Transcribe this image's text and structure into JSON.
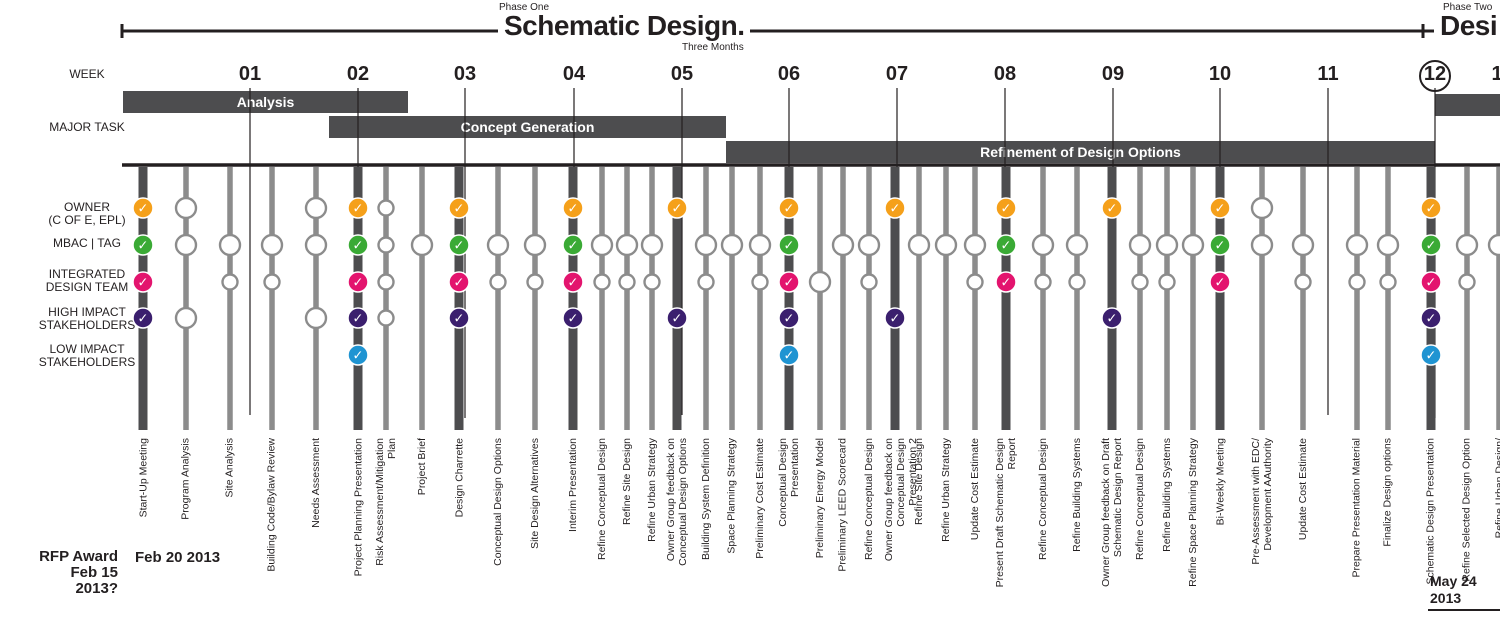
{
  "header": {
    "phase_one_label": "Phase One",
    "phase_one_title": "Schematic Design.",
    "phase_one_duration": "Three Months",
    "phase_two_label": "Phase Two",
    "phase_two_title": "Desi"
  },
  "row_labels": {
    "week": "WEEK",
    "major_task": "MAJOR TASK",
    "participants": [
      {
        "key": "owner",
        "lines": [
          "OWNER",
          "(C OF E, EPL)"
        ]
      },
      {
        "key": "mbac",
        "lines": [
          "MBAC | TAG"
        ]
      },
      {
        "key": "idt",
        "lines": [
          "INTEGRATED",
          "DESIGN TEAM"
        ]
      },
      {
        "key": "high",
        "lines": [
          "HIGH IMPACT",
          "STAKEHOLDERS"
        ]
      },
      {
        "key": "low",
        "lines": [
          "LOW IMPACT",
          "STAKEHOLDERS"
        ]
      }
    ]
  },
  "weeks": [
    "01",
    "02",
    "03",
    "04",
    "05",
    "06",
    "07",
    "08",
    "09",
    "10",
    "11",
    "12",
    "1"
  ],
  "major_tasks": [
    "Analysis",
    "Concept Generation",
    "Refinement of Design Options"
  ],
  "colors": {
    "owner": "#f5a01a",
    "mbac": "#3aaa35",
    "idt": "#e3146e",
    "high": "#3b1f6e",
    "low": "#1f94d2",
    "bar": "#4d4d4f",
    "stem_dark": "#4d4d4f",
    "stem_light": "#8c8c8c"
  },
  "check_glyph": "✓",
  "events": [
    {
      "label": "Start-Up Meeting",
      "marks": [
        "c",
        "c",
        "c",
        "c",
        ""
      ]
    },
    {
      "label": "Program Analysis",
      "marks": [
        "o",
        "o",
        "",
        "o",
        ""
      ]
    },
    {
      "label": "Site Analysis",
      "marks": [
        "",
        "o",
        "s",
        "",
        ""
      ]
    },
    {
      "label": "Building Code/Bylaw Review",
      "marks": [
        "",
        "o",
        "s",
        "",
        ""
      ]
    },
    {
      "label": "Needs Assessment",
      "marks": [
        "o",
        "o",
        "",
        "o",
        ""
      ]
    },
    {
      "label": "Project Planning Presentation",
      "marks": [
        "c",
        "c",
        "c",
        "c",
        "c"
      ]
    },
    {
      "label": "Risk Assessment/Mitigation Plan",
      "marks": [
        "s",
        "s",
        "s",
        "s",
        ""
      ]
    },
    {
      "label": "Project Brief",
      "marks": [
        "",
        "o",
        "",
        "",
        ""
      ]
    },
    {
      "label": "Design Charrette",
      "marks": [
        "c",
        "c",
        "c",
        "c",
        ""
      ]
    },
    {
      "label": "Conceptual Design Options",
      "marks": [
        "",
        "o",
        "s",
        "",
        ""
      ]
    },
    {
      "label": "Site Design Alternatives",
      "marks": [
        "",
        "o",
        "s",
        "",
        ""
      ]
    },
    {
      "label": "Interim Presentation",
      "marks": [
        "c",
        "c",
        "c",
        "c",
        ""
      ]
    },
    {
      "label": "Refine Conceptual Design",
      "marks": [
        "",
        "o",
        "s",
        "",
        ""
      ]
    },
    {
      "label": "Refine Site Design",
      "marks": [
        "",
        "o",
        "s",
        "",
        ""
      ]
    },
    {
      "label": "Refine Urban Strategy",
      "marks": [
        "",
        "o",
        "s",
        "",
        ""
      ]
    },
    {
      "label": "Owner Group feedback on Conceptual Design Options",
      "marks": [
        "c",
        "",
        "",
        "c",
        ""
      ]
    },
    {
      "label": "Building System Definition",
      "marks": [
        "",
        "o",
        "s",
        "",
        ""
      ]
    },
    {
      "label": "Space Planning Strategy",
      "marks": [
        "",
        "o",
        "",
        "",
        ""
      ]
    },
    {
      "label": "Preliminary Cost Estimate",
      "marks": [
        "",
        "o",
        "s",
        "",
        ""
      ]
    },
    {
      "label": "Conceptual Design Presentation",
      "marks": [
        "c",
        "c",
        "c",
        "c",
        "c"
      ]
    },
    {
      "label": "Preliminary Energy Model",
      "marks": [
        "",
        "",
        "o",
        "",
        ""
      ]
    },
    {
      "label": "Preliminary LEED Scorecard",
      "marks": [
        "",
        "o",
        "",
        "",
        ""
      ]
    },
    {
      "label": "Refine Conceptual Design",
      "marks": [
        "",
        "o",
        "s",
        "",
        ""
      ]
    },
    {
      "label": "Owner Group feedback on Conceptual Design Presentation 2",
      "marks": [
        "c",
        "",
        "",
        "c",
        ""
      ]
    },
    {
      "label": "Refine Site Design",
      "marks": [
        "",
        "o",
        "",
        "",
        ""
      ]
    },
    {
      "label": "Refine Urban Strategy",
      "marks": [
        "",
        "o",
        "",
        "",
        ""
      ]
    },
    {
      "label": "Update Cost Estimate",
      "marks": [
        "",
        "o",
        "s",
        "",
        ""
      ]
    },
    {
      "label": "Present Draft Schematic Design Report",
      "marks": [
        "c",
        "c",
        "c",
        "",
        ""
      ]
    },
    {
      "label": "Refine Conceptual Design",
      "marks": [
        "",
        "o",
        "s",
        "",
        ""
      ]
    },
    {
      "label": "Refine Building Systems",
      "marks": [
        "",
        "o",
        "s",
        "",
        ""
      ]
    },
    {
      "label": "Owner Group feedback on Draft Schematic Design Report",
      "marks": [
        "c",
        "",
        "",
        "c",
        ""
      ]
    },
    {
      "label": "Refine Conceptual Design",
      "marks": [
        "",
        "o",
        "s",
        "",
        ""
      ]
    },
    {
      "label": "Refine Building Systems",
      "marks": [
        "",
        "o",
        "s",
        "",
        ""
      ]
    },
    {
      "label": "Refine Space Planning Strategy",
      "marks": [
        "",
        "o",
        "",
        "",
        ""
      ]
    },
    {
      "label": "Bi-Weekly Meeting",
      "marks": [
        "c",
        "c",
        "c",
        "",
        ""
      ]
    },
    {
      "label": "Pre-Assessment with EDC/ Development AAuthority",
      "marks": [
        "o",
        "o",
        "",
        "",
        ""
      ]
    },
    {
      "label": "Update Cost Estimate",
      "marks": [
        "",
        "o",
        "s",
        "",
        ""
      ]
    },
    {
      "label": "Prepare Presentation Material",
      "marks": [
        "",
        "o",
        "s",
        "",
        ""
      ]
    },
    {
      "label": "Finalize Design options",
      "marks": [
        "",
        "o",
        "s",
        "",
        ""
      ]
    },
    {
      "label": "Schematic Design Presentation",
      "marks": [
        "c",
        "c",
        "c",
        "c",
        "c"
      ]
    },
    {
      "label": "Refine Selected Design Option",
      "marks": [
        "",
        "o",
        "s",
        "",
        ""
      ]
    },
    {
      "label": "Refine Urban Design/",
      "marks": [
        "",
        "o",
        "",
        "",
        ""
      ]
    }
  ],
  "dates": {
    "rfp_award": [
      "RFP Award",
      "Feb 15",
      "2013?"
    ],
    "start": "Feb 20 2013",
    "end": [
      "May 24",
      "2013"
    ]
  }
}
